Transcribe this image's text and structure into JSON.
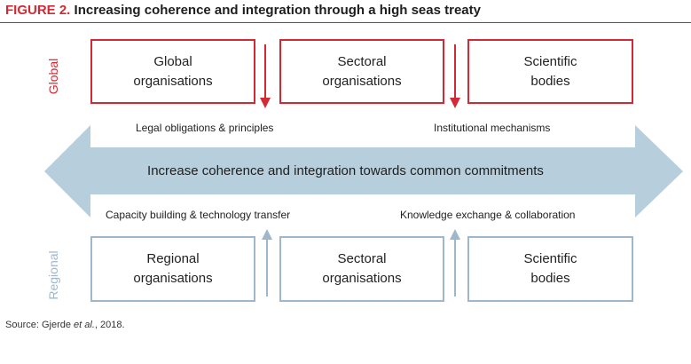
{
  "title": {
    "figure_label": "FIGURE 2.",
    "text": "Increasing coherence and integration through a high seas treaty"
  },
  "side_labels": {
    "global": "Global",
    "regional": "Regional"
  },
  "global_boxes": [
    {
      "line1": "Global",
      "line2": "organisations"
    },
    {
      "line1": "Sectoral",
      "line2": "organisations"
    },
    {
      "line1": "Scientific",
      "line2": "bodies"
    }
  ],
  "regional_boxes": [
    {
      "line1": "Regional",
      "line2": "organisations"
    },
    {
      "line1": "Sectoral",
      "line2": "organisations"
    },
    {
      "line1": "Scientific",
      "line2": "bodies"
    }
  ],
  "band": {
    "text": "Increase coherence and integration towards common commitments",
    "color": "#b7cfdc"
  },
  "upper_labels": {
    "left": "Legal obligations & principles",
    "right": "Institutional mechanisms"
  },
  "lower_labels": {
    "left": "Capacity building & technology transfer",
    "right": "Knowledge exchange & collaboration"
  },
  "colors": {
    "global": "#d12a34",
    "regional": "#9fb7cc"
  },
  "source": {
    "prefix": "Source: Gjerde ",
    "italic": "et al.",
    "suffix": ", 2018."
  }
}
